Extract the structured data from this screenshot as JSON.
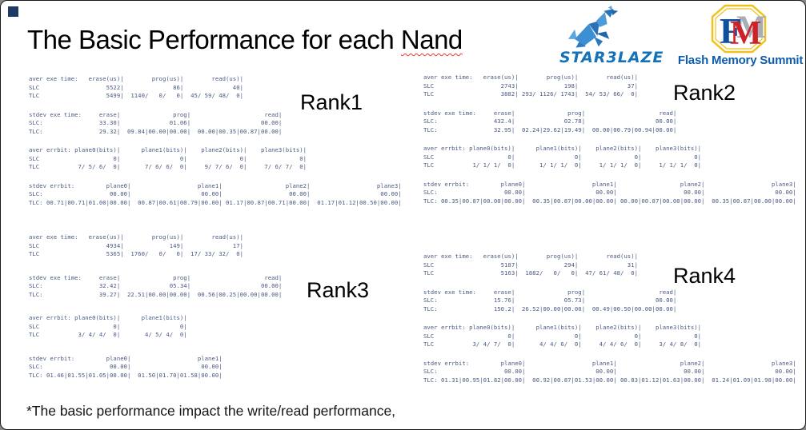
{
  "title": {
    "pre": "The Basic Performance for each ",
    "word_underlined": "Nand"
  },
  "footnote": "*The basic performance impact the write/read performance,",
  "branding": {
    "starblaze": {
      "display_text": "STAR3LAZE",
      "icon": "low-poly-horse-icon",
      "text_color": "#1572b8"
    },
    "fms": {
      "display_text": "Flash Memory Summit",
      "icon_letters": {
        "f": "F",
        "m": "M"
      },
      "text_color": "#0f5cad"
    }
  },
  "colors": {
    "data_text": "#4a5b82",
    "corner_accent": "#1f3864",
    "misspell_underline": "#e4372b",
    "fms_yellow": "#f0c11a",
    "fms_blue": "#0f4f9e",
    "fms_red": "#cf2128",
    "fms_grey": "#a9aeb6"
  },
  "ranks": [
    {
      "name": "Rank1",
      "sections": [
        {
          "type": "exe-aver",
          "label": "aver exe time:",
          "headers": [
            "erase(us)|",
            "prog(us)|",
            "read(us)|"
          ],
          "rows": [
            {
              "label": "SLC",
              "cells": [
                "5522|",
                "86|",
                "40|"
              ]
            },
            {
              "label": "TLC",
              "cells": [
                "5499|",
                "1140/   0/   0|",
                "45/ 59/ 48/  0|"
              ]
            }
          ]
        },
        {
          "type": "exe-stdev",
          "label": "stdev exe time:",
          "headers": [
            "erase|",
            "prog|",
            "read|"
          ],
          "rows": [
            {
              "label": "SLC:",
              "cells": [
                "33.30|",
                "01.06|",
                "00.00|"
              ]
            },
            {
              "label": "TLC:",
              "cells": [
                "29.32|",
                "09.84|00.00|00.00|",
                "00.00|00.35|00.87|00.00|"
              ]
            }
          ]
        },
        {
          "type": "err-aver",
          "label": "aver errbit:",
          "headers": [
            "plane0(bits)|",
            "plane1(bits)|",
            "plane2(bits)|",
            "plane3(bits)|"
          ],
          "rows": [
            {
              "label": "SLC",
              "cells": [
                "0|",
                "0|",
                "0|",
                "0|"
              ]
            },
            {
              "label": "TLC",
              "cells": [
                "7/ 5/ 6/  0|",
                "7/ 6/ 6/  0|",
                "9/ 7/ 6/  0|",
                "7/ 6/ 7/  0|"
              ]
            }
          ]
        },
        {
          "type": "err-stdev",
          "label": "stdev errbit:",
          "headers": [
            "plane0|",
            "plane1|",
            "plane2|",
            "plane3|"
          ],
          "rows": [
            {
              "label": "SLC:",
              "cells": [
                "00.00|",
                "00.00|",
                "00.00|",
                "00.00|"
              ]
            },
            {
              "label": "TLC:",
              "cells": [
                "00.71|00.71|01.00|00.00|",
                "00.87|00.61|00.79|00.00|",
                "01.17|00.87|00.71|00.00|",
                "01.17|01.12|00.50|00.00|"
              ]
            }
          ]
        }
      ]
    },
    {
      "name": "Rank2",
      "sections": [
        {
          "type": "exe-aver",
          "label": "aver exe time:",
          "headers": [
            "erase(us)|",
            "prog(us)|",
            "read(us)|"
          ],
          "rows": [
            {
              "label": "SLC",
              "cells": [
                "2743|",
                "198|",
                "37|"
              ]
            },
            {
              "label": "TLC",
              "cells": [
                "3882|",
                "293/ 1126/ 1743|",
                "54/ 53/ 66/  0|"
              ]
            }
          ]
        },
        {
          "type": "exe-stdev",
          "label": "stdev exe time:",
          "headers": [
            "erase|",
            "prog|",
            "read|"
          ],
          "rows": [
            {
              "label": "SLC:",
              "cells": [
                "432.4|",
                "02.78|",
                "00.00|"
              ]
            },
            {
              "label": "TLC:",
              "cells": [
                "32.95|",
                "02.24|29.62|19.49|",
                "00.00|00.79|00.94|00.00|"
              ]
            }
          ]
        },
        {
          "type": "err-aver",
          "label": "aver errbit:",
          "headers": [
            "plane0(bits)|",
            "plane1(bits)|",
            "plane2(bits)|",
            "plane3(bits)|"
          ],
          "rows": [
            {
              "label": "SLC",
              "cells": [
                "0|",
                "0|",
                "0|",
                "0|"
              ]
            },
            {
              "label": "TLC",
              "cells": [
                "1/ 1/ 1/  0|",
                "1/ 1/ 1/  0|",
                "1/ 1/ 1/  0|",
                "1/ 1/ 1/  0|"
              ]
            }
          ]
        },
        {
          "type": "err-stdev",
          "label": "stdev errbit:",
          "headers": [
            "plane0|",
            "plane1|",
            "plane2|",
            "plane3|"
          ],
          "rows": [
            {
              "label": "SLC:",
              "cells": [
                "00.00|",
                "00.00|",
                "00.00|",
                "00.00|"
              ]
            },
            {
              "label": "TLC:",
              "cells": [
                "00.35|00.87|00.00|00.00|",
                "00.35|00.87|00.00|00.00|",
                "00.00|00.87|00.00|00.00|",
                "00.35|00.87|00.00|00.00|"
              ]
            }
          ]
        }
      ]
    },
    {
      "name": "Rank3",
      "sections": [
        {
          "type": "exe-aver",
          "label": "aver exe time:",
          "headers": [
            "erase(us)|",
            "prog(us)|",
            "read(us)|"
          ],
          "rows": [
            {
              "label": "SLC",
              "cells": [
                "4934|",
                "149|",
                "17|"
              ]
            },
            {
              "label": "TLC",
              "cells": [
                "5365|",
                "1760/   0/   0|",
                "17/ 33/ 32/  0|"
              ]
            }
          ]
        },
        {
          "type": "exe-stdev",
          "label": "stdev exe time:",
          "headers": [
            "erase|",
            "prog|",
            "read|"
          ],
          "rows": [
            {
              "label": "SLC:",
              "cells": [
                "32.42|",
                "05.34|",
                "00.00|"
              ]
            },
            {
              "label": "TLC:",
              "cells": [
                "39.27|",
                "22.51|00.00|00.00|",
                "00.56|00.25|00.00|00.00|"
              ]
            }
          ]
        },
        {
          "type": "err-aver",
          "label": "aver errbit:",
          "headers": [
            "plane0(bits)|",
            "plane1(bits)|"
          ],
          "rows": [
            {
              "label": "SLC",
              "cells": [
                "0|",
                "0|"
              ]
            },
            {
              "label": "TLC",
              "cells": [
                "3/ 4/ 4/  0|",
                "4/ 5/ 4/  0|"
              ]
            }
          ]
        },
        {
          "type": "err-stdev",
          "label": "stdev errbit:",
          "headers": [
            "plane0|",
            "plane1|"
          ],
          "rows": [
            {
              "label": "SLC:",
              "cells": [
                "00.00|",
                "00.00|"
              ]
            },
            {
              "label": "TLC:",
              "cells": [
                "01.46|01.55|01.05|00.00|",
                "01.50|01.70|01.58|00.00|"
              ]
            }
          ]
        }
      ]
    },
    {
      "name": "Rank4",
      "sections": [
        {
          "type": "exe-aver",
          "label": "aver exe time:",
          "headers": [
            "erase(us)|",
            "prog(us)|",
            "read(us)|"
          ],
          "rows": [
            {
              "label": "SLC",
              "cells": [
                "5187|",
                "294|",
                "31|"
              ]
            },
            {
              "label": "TLC",
              "cells": [
                "5163|",
                "1882/   0/   0|",
                "47/ 61/ 48/  0|"
              ]
            }
          ]
        },
        {
          "type": "exe-stdev",
          "label": "stdev exe time:",
          "headers": [
            "erase|",
            "prog|",
            "read|"
          ],
          "rows": [
            {
              "label": "SLC:",
              "cells": [
                "15.76|",
                "05.73|",
                "00.00|"
              ]
            },
            {
              "label": "TLC:",
              "cells": [
                "150.2|",
                "26.52|00.00|00.00|",
                "00.49|00.50|00.00|00.00|"
              ]
            }
          ]
        },
        {
          "type": "err-aver",
          "label": "aver errbit:",
          "headers": [
            "plane0(bits)|",
            "plane1(bits)|",
            "plane2(bits)|",
            "plane3(bits)|"
          ],
          "rows": [
            {
              "label": "SLC",
              "cells": [
                "0|",
                "0|",
                "0|",
                "0|"
              ]
            },
            {
              "label": "TLC",
              "cells": [
                "3/ 4/ 7/  0|",
                "4/ 4/ 6/  0|",
                "4/ 4/ 6/  0|",
                "3/ 4/ 8/  0|"
              ]
            }
          ]
        },
        {
          "type": "err-stdev",
          "label": "stdev errbit:",
          "headers": [
            "plane0|",
            "plane1|",
            "plane2|",
            "plane3|"
          ],
          "rows": [
            {
              "label": "SLC:",
              "cells": [
                "00.00|",
                "00.00|",
                "00.00|",
                "00.00|"
              ]
            },
            {
              "label": "TLC:",
              "cells": [
                "01.31|00.95|01.82|00.00|",
                "00.92|00.87|01.53|00.00|",
                "00.83|01.12|01.63|00.00|",
                "01.24|01.09|01.98|00.00|"
              ]
            }
          ]
        }
      ]
    }
  ]
}
